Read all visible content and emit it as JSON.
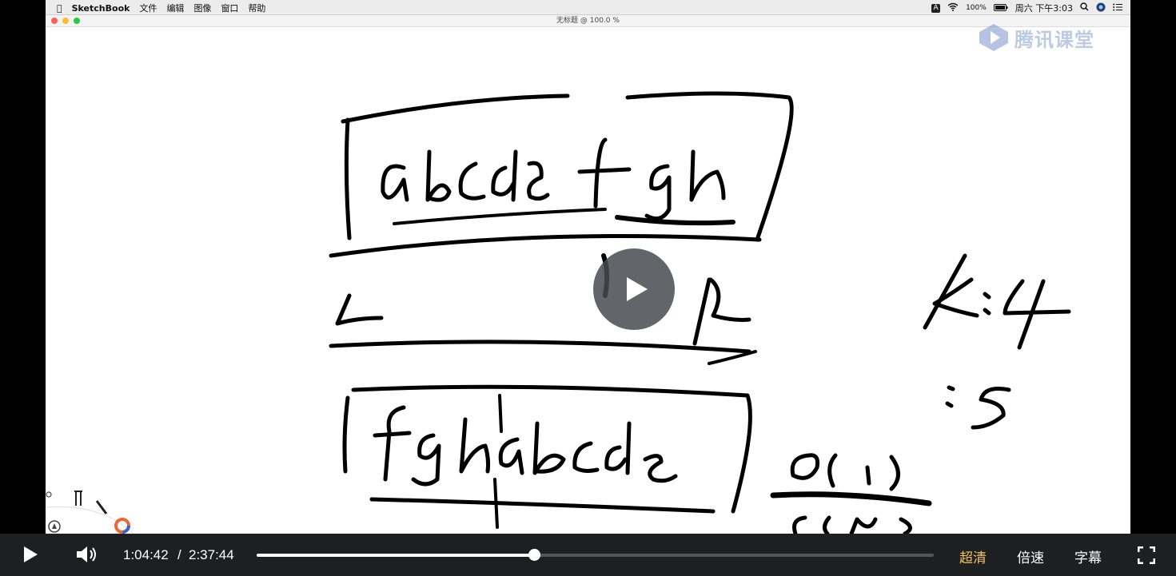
{
  "menubar": {
    "app_name": "SketchBook",
    "items": [
      "文件",
      "编辑",
      "图像",
      "窗口",
      "帮助"
    ],
    "input_indicator": "A",
    "battery": "100%",
    "datetime": "周六 下午3:03"
  },
  "window": {
    "title": "无标题 @ 100.0 %"
  },
  "watermark": {
    "text": "腾讯课堂"
  },
  "player": {
    "current_time": "1:04:42",
    "separator": "/",
    "total_time": "2:37:44",
    "progress": 0.41,
    "quality_label": "超清",
    "speed_label": "倍速",
    "subtitle_label": "字幕",
    "accent_color": "#f1c15b"
  }
}
